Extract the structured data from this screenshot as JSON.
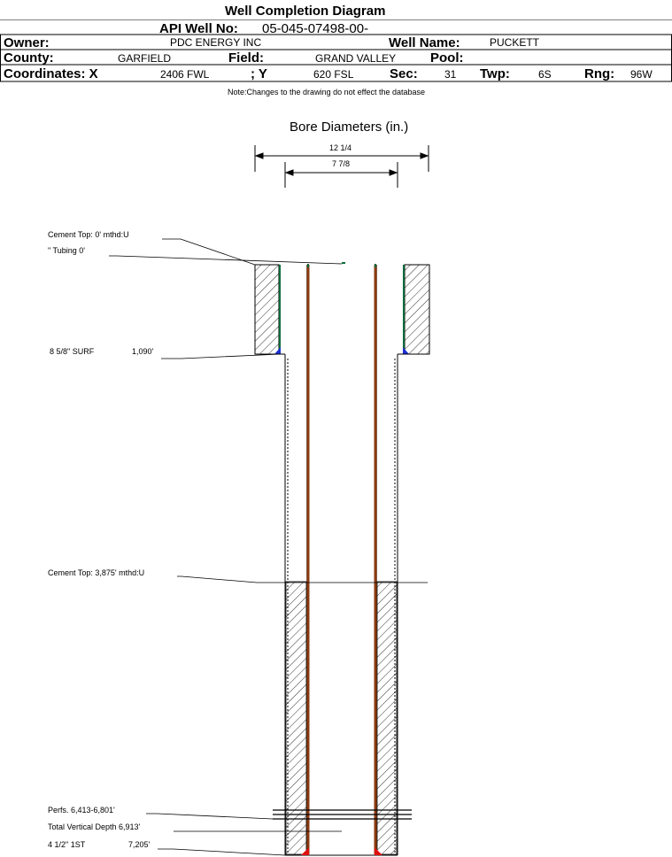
{
  "header": {
    "title": "Well Completion Diagram",
    "api_label": "API Well No:",
    "api_value": "05-045-07498-00-",
    "owner_label": "Owner:",
    "owner_value": "PDC ENERGY INC",
    "well_name_label": "Well Name:",
    "well_name_value": "PUCKETT",
    "county_label": "County:",
    "county_value": "GARFIELD",
    "field_label": "Field:",
    "field_value": "GRAND VALLEY",
    "pool_label": "Pool:",
    "pool_value": "",
    "coords_label": "Coordinates: X",
    "x_value": "2406 FWL",
    "y_label": "; Y",
    "y_value": "620 FSL",
    "sec_label": "Sec:",
    "sec_value": "31",
    "twp_label": "Twp:",
    "twp_value": "6S",
    "rng_label": "Rng:",
    "rng_value": "96W",
    "note": "Note:Changes to the drawing do not effect the database"
  },
  "bore": {
    "title": "Bore Diameters (in.)",
    "outer_dim": "12 1/4",
    "inner_dim": "7 7/8"
  },
  "annotations": {
    "cement_top_1": "Cement Top: 0' mthd:U",
    "tubing": "\" Tubing 0'",
    "surf_casing": "8 5/8\" SURF",
    "surf_depth": "1,090'",
    "cement_top_2": "Cement Top: 3,875' mthd:U",
    "perfs": "Perfs. 6,413-6,801'",
    "tvd": "Total Vertical Depth 6,913'",
    "prod_casing": "4 1/2\" 1ST",
    "prod_depth": "7,205'"
  },
  "colors": {
    "casing": "#8b3a10",
    "cement_liner": "#0a6b3a",
    "shoe_surf": "#1a2fd0",
    "shoe_prod": "#e01010"
  }
}
